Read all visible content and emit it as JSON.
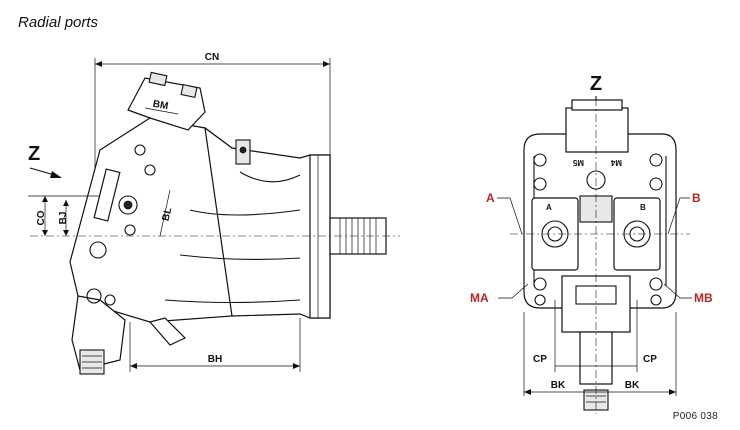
{
  "header": {
    "title": "Radial ports"
  },
  "footer": {
    "doc_ref": "P006 038"
  },
  "side_view": {
    "view_marker": "Z",
    "dimensions": {
      "cn": "CN",
      "bm": "BM",
      "co": "CO",
      "bj": "BJ",
      "bl": "BL",
      "bh": "BH"
    }
  },
  "front_view": {
    "view_title": "Z",
    "port_labels": {
      "a": "A",
      "b": "B",
      "ma": "MA",
      "mb": "MB"
    },
    "port_marks": {
      "a": "A",
      "b": "B",
      "m4": "M4",
      "m5": "M5"
    },
    "dimensions": {
      "cp_left": "CP",
      "cp_right": "CP",
      "bk_left": "BK",
      "bk_right": "BK"
    }
  },
  "colors": {
    "port_label": "#b3262a",
    "line": "#111111"
  }
}
